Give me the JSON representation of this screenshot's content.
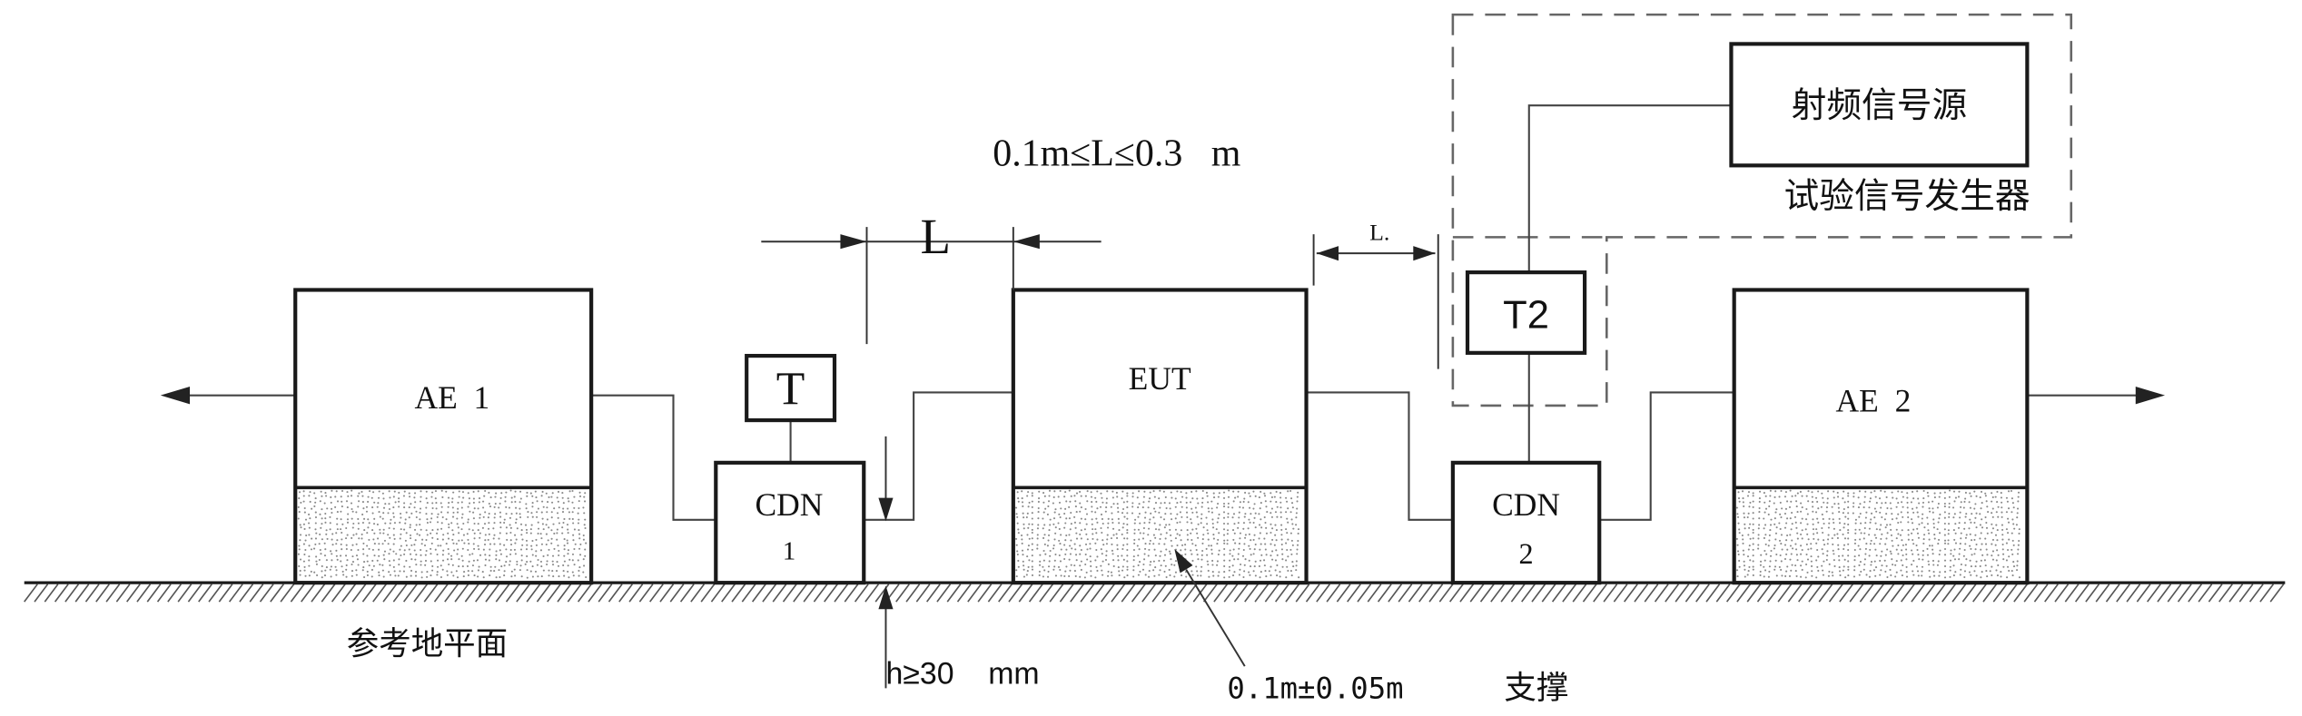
{
  "diagram": {
    "ae1": {
      "label": "AE  1"
    },
    "ae2": {
      "label": "AE  2"
    },
    "eut": {
      "label": "EUT"
    },
    "injection_1": {
      "label": "T"
    },
    "injection_2": {
      "label": "T2"
    },
    "cdn1": {
      "name": "CDN",
      "number": "1"
    },
    "cdn2": {
      "name": "CDN",
      "number": "2"
    },
    "rf_source": {
      "label": "射频信号源"
    },
    "test_generator": {
      "label": "试验信号发生器"
    },
    "dimension_l": {
      "symbol": "L",
      "range": "0.1m≤L≤0.3   m"
    },
    "dimension_l2": {
      "symbol": "L."
    },
    "ground_plane": {
      "label": "参考地平面"
    },
    "height": {
      "label": "h≥30    mm"
    },
    "support": {
      "height": "0.1m±0.05m",
      "label": "支撑"
    }
  },
  "colors": {
    "line": "#1a1a1a",
    "dashed_outline": "#666666",
    "support_stipple": "#8a8a8a"
  }
}
